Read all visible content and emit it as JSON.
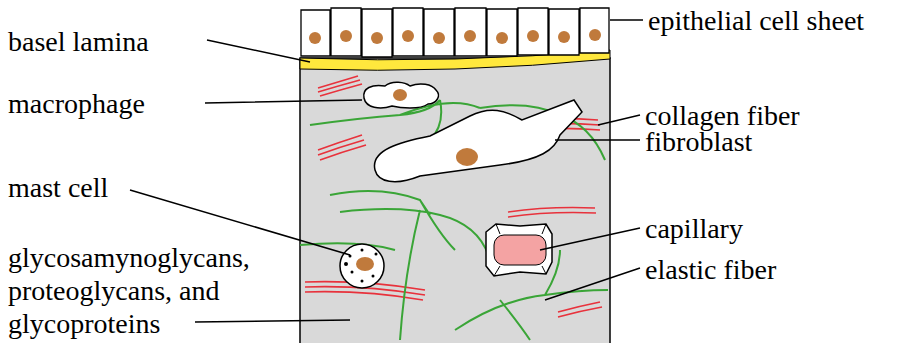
{
  "diagram": {
    "labels": [
      "epithelial cell sheet",
      "basel lamina",
      "macrophage",
      "collagen fiber",
      "fibroblast",
      "mast cell",
      "capillary",
      "glycosamynoglycans, proteoglycans, and glycoproteins",
      "elastic fiber"
    ]
  }
}
